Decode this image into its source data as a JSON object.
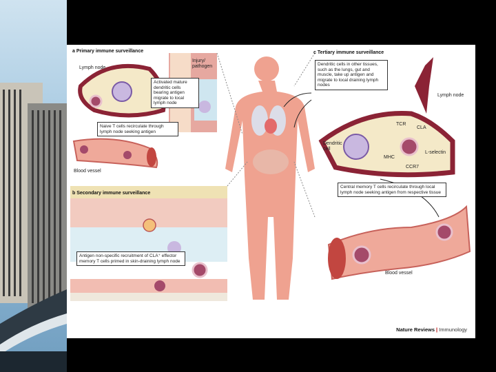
{
  "credit": {
    "journal": "Nature Reviews",
    "separator": "|",
    "section": "Immunology"
  },
  "panel_a": {
    "heading": "a  Primary immune surveillance",
    "lymph_node": "Lymph node",
    "injury": "Injury/ pathogen",
    "activated_box": "Activated mature dendritic cells bearing antigen migrate to local lymph node",
    "naive_box": "Naive T cells recirculate through lymph node seeking antigen",
    "blood_vessel": "Blood vessel"
  },
  "panel_b": {
    "heading": "b  Secondary immune surveillance",
    "recruit_box": "Antigen non-specific recruitment of CLA⁺ effector memory T cells primed in skin-draining lymph node"
  },
  "panel_c": {
    "heading": "c  Tertiary immune surveillance",
    "dendritic_box": "Dendritic cells in other tissues, such as the lungs, gut and muscle, take up antigen and migrate to local draining lymph nodes",
    "lymph_node": "Lymph node",
    "tcr": "TCR",
    "cla": "CLA",
    "dendritic_cell": "Dendritic cell",
    "mhc": "MHC",
    "l_selectin": "L-selectin",
    "ccr7": "CCR7",
    "central_box": "Central memory T cells recirculate through local lymph node seeking antigen from respective tissue",
    "blood_vessel": "Blood vessel"
  }
}
